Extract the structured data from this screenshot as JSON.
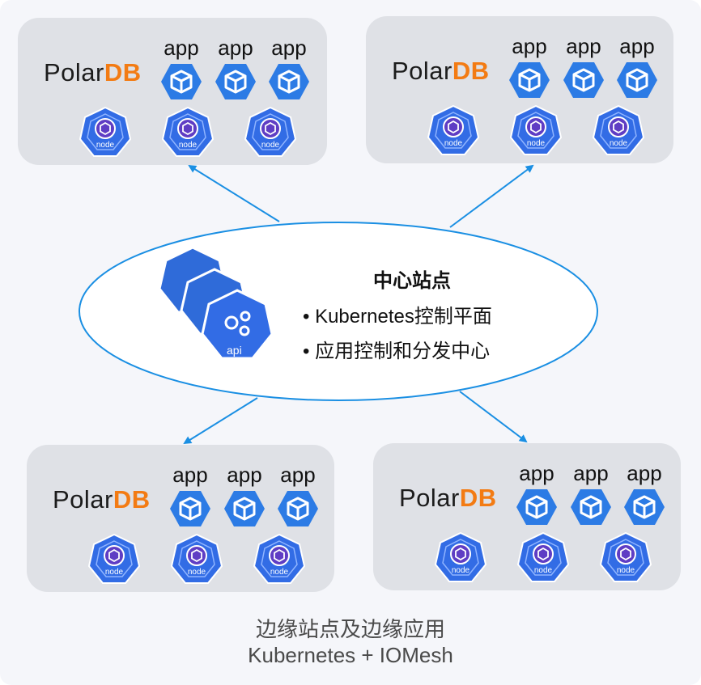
{
  "brand": {
    "logo_main": "Polar",
    "logo_db": "DB"
  },
  "site_labels": {
    "app": "app",
    "node": "node"
  },
  "center": {
    "title": "中心站点",
    "bullets": [
      "Kubernetes控制平面",
      "应用控制和分发中心"
    ],
    "api_label": "api"
  },
  "caption": {
    "line1": "边缘站点及边缘应用",
    "line2": "Kubernetes + IOMesh"
  },
  "colors": {
    "app_blue": "#2c7be5",
    "node_purple": "#5f3dc4",
    "kube_blue": "#326ce5",
    "arrow_blue": "#1a8fe3",
    "polardb_orange": "#f37b13"
  },
  "icons": [
    "app-cube-icon",
    "node-kubernetes-icon",
    "api-kubernetes-icon",
    "polardb-logo"
  ]
}
